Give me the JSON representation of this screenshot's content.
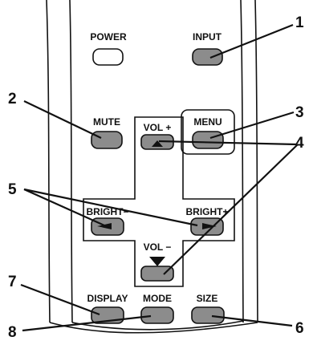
{
  "buttons": {
    "power": "POWER",
    "input": "INPUT",
    "mute": "MUTE",
    "menu": "MENU",
    "vol_up": "VOL +",
    "bright_minus": "BRIGHT−",
    "bright_plus": "BRIGHT+",
    "vol_down": "VOL −",
    "display": "DISPLAY",
    "mode": "MODE",
    "size": "SIZE"
  },
  "callouts": {
    "c1": "1",
    "c2": "2",
    "c3": "3",
    "c4": "4",
    "c5": "5",
    "c6": "6",
    "c7": "7",
    "c8": "8"
  },
  "icons": {
    "up": "triangle-up-icon",
    "down": "triangle-down-icon",
    "left": "triangle-left-icon",
    "right": "triangle-right-icon"
  },
  "colors": {
    "button_gray": "#8c8c8c",
    "outline": "#111111"
  }
}
